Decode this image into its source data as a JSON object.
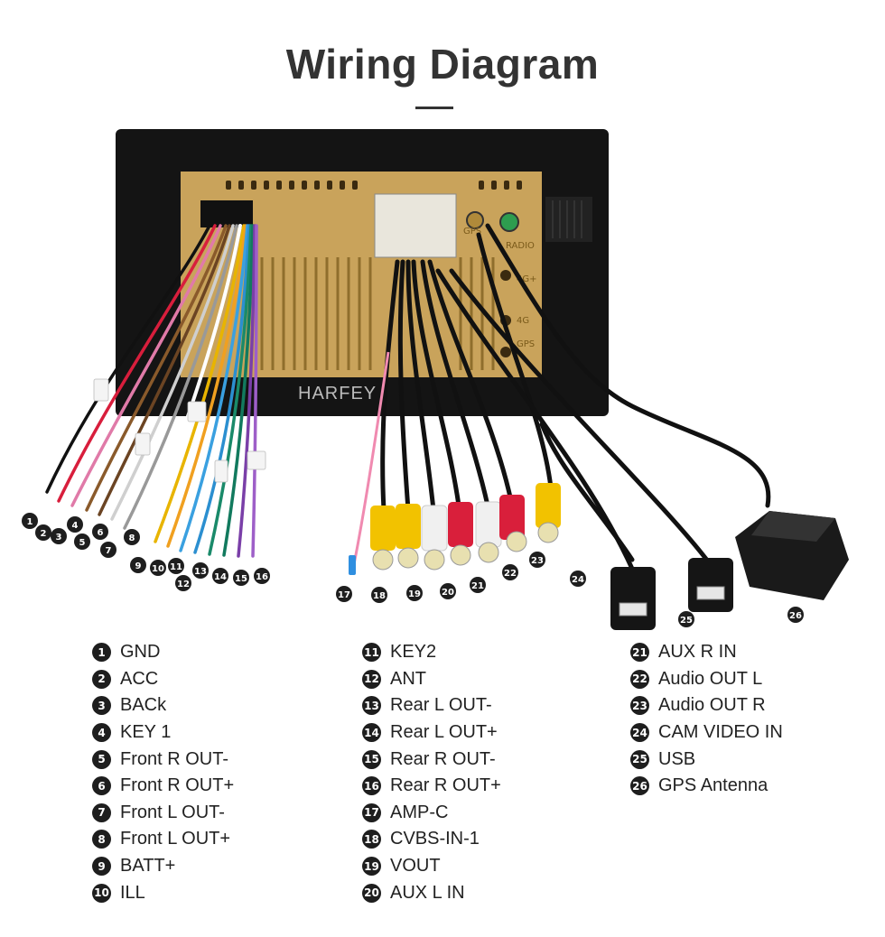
{
  "title": "Wiring Diagram",
  "brand": "HARFEY",
  "port_labels": {
    "gps": "GPS",
    "radio": "RADIO",
    "fourg_plus": "4G+",
    "fourg": "4G",
    "gps_lower": "GPS"
  },
  "colors": {
    "badge": "#1e1e1e",
    "panel_gold": "#c9a35b",
    "frame_black": "#141414"
  },
  "callouts": [
    "1",
    "2",
    "3",
    "4",
    "5",
    "6",
    "7",
    "8",
    "9",
    "10",
    "11",
    "12",
    "13",
    "14",
    "15",
    "16",
    "17",
    "18",
    "19",
    "20",
    "21",
    "22",
    "23",
    "24",
    "25",
    "26"
  ],
  "legend": [
    {
      "num": "1",
      "label": "GND"
    },
    {
      "num": "2",
      "label": "ACC"
    },
    {
      "num": "3",
      "label": "BACk"
    },
    {
      "num": "4",
      "label": "KEY 1"
    },
    {
      "num": "5",
      "label": "Front R OUT-"
    },
    {
      "num": "6",
      "label": "Front R OUT+"
    },
    {
      "num": "7",
      "label": "Front L OUT-"
    },
    {
      "num": "8",
      "label": "Front L OUT+"
    },
    {
      "num": "9",
      "label": "BATT+"
    },
    {
      "num": "10",
      "label": "ILL"
    },
    {
      "num": "11",
      "label": "KEY2"
    },
    {
      "num": "12",
      "label": "ANT"
    },
    {
      "num": "13",
      "label": "Rear L OUT-"
    },
    {
      "num": "14",
      "label": "Rear L OUT+"
    },
    {
      "num": "15",
      "label": "Rear R OUT-"
    },
    {
      "num": "16",
      "label": "Rear R OUT+"
    },
    {
      "num": "17",
      "label": "AMP-C"
    },
    {
      "num": "18",
      "label": "CVBS-IN-1"
    },
    {
      "num": "19",
      "label": "VOUT"
    },
    {
      "num": "20",
      "label": "AUX L IN"
    },
    {
      "num": "21",
      "label": "AUX R IN"
    },
    {
      "num": "22",
      "label": "Audio OUT L"
    },
    {
      "num": "23",
      "label": "Audio OUT R"
    },
    {
      "num": "24",
      "label": "CAM VIDEO IN"
    },
    {
      "num": "25",
      "label": "USB"
    },
    {
      "num": "26",
      "label": "GPS Antenna"
    }
  ]
}
